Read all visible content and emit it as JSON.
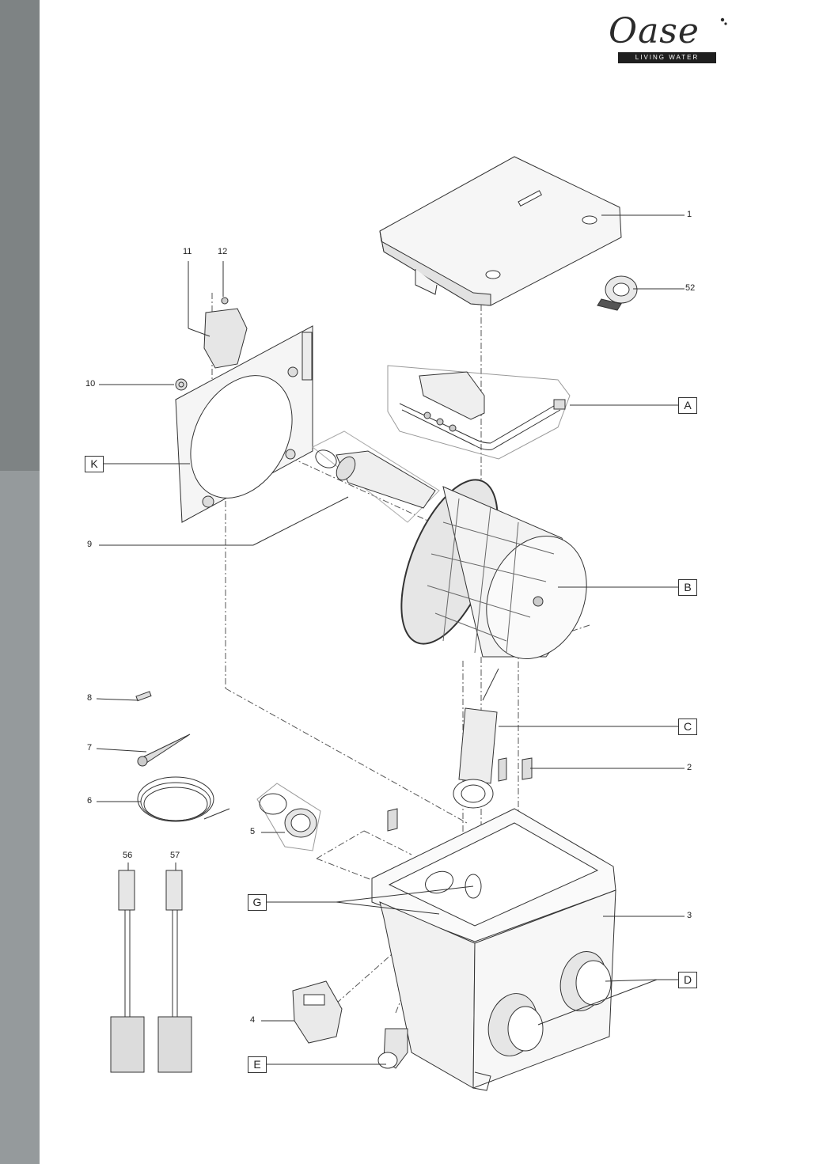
{
  "brand": {
    "name": "Oase",
    "tagline": "LIVING WATER"
  },
  "callouts": {
    "n1": "1",
    "n2": "2",
    "n3": "3",
    "n4": "4",
    "n5": "5",
    "n6": "6",
    "n7": "7",
    "n8": "8",
    "n9": "9",
    "n10": "10",
    "n11": "11",
    "n12": "12",
    "n52": "52",
    "n56": "56",
    "n57": "57"
  },
  "boxed_callouts": {
    "A": "A",
    "B": "B",
    "C": "C",
    "D": "D",
    "E": "E",
    "G": "G",
    "K": "K"
  },
  "colors": {
    "sidebar_dark": "#7e8384",
    "sidebar_light": "#959a9c",
    "line": "#333333",
    "part_fill": "#f4f4f4",
    "part_shade": "#d8d8d8"
  }
}
